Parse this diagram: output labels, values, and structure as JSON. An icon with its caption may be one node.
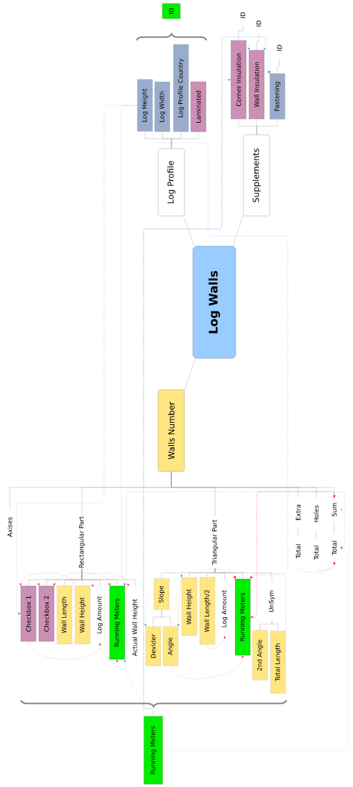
{
  "diagram": {
    "nodes": [
      {
        "text": [
          "Log Walls"
        ]
      },
      {
        "text": [
          "Log Profile"
        ]
      },
      {
        "text": [
          "Supplements"
        ]
      },
      {
        "text": [
          "Walls Number"
        ]
      },
      {
        "text": [
          "Log Height"
        ]
      },
      {
        "text": [
          "Log Width"
        ]
      },
      {
        "text": [
          "Log Profile Country"
        ]
      },
      {
        "text": [
          "Laminated"
        ]
      },
      {
        "text": [
          "ID"
        ]
      },
      {
        "text": [
          "Corner Insulation"
        ]
      },
      {
        "text": [
          "Wall Insulation"
        ]
      },
      {
        "text": [
          "Fastening"
        ]
      },
      {
        "text": [
          "ID"
        ]
      },
      {
        "text": [
          "ID"
        ]
      },
      {
        "text": [
          "ID"
        ]
      },
      {
        "text": [
          "Axises"
        ]
      },
      {
        "text": [
          "Rectangular Part"
        ]
      },
      {
        "text": [
          "Triangular Part"
        ]
      },
      {
        "text": [
          "Extra"
        ]
      },
      {
        "text": [
          "Holes"
        ]
      },
      {
        "text": [
          "Sum"
        ]
      },
      {
        "text": [
          "Checkbox 1"
        ]
      },
      {
        "text": [
          "Checkbox 2"
        ]
      },
      {
        "text": [
          "Wall Length"
        ]
      },
      {
        "text": [
          "Wall Height"
        ]
      },
      {
        "text": [
          "Log Amount"
        ]
      },
      {
        "text": [
          "Running Meters"
        ]
      },
      {
        "text": [
          "Actual Wall Height"
        ]
      },
      {
        "text": [
          "Slope"
        ]
      },
      {
        "text": [
          "Devider"
        ]
      },
      {
        "text": [
          "Angle"
        ]
      },
      {
        "text": [
          "Wall Height"
        ]
      },
      {
        "text": [
          "Wall Length/2"
        ]
      },
      {
        "text": [
          "Log Amount"
        ]
      },
      {
        "text": [
          "Running Meters"
        ]
      },
      {
        "text": [
          "UnSym"
        ]
      },
      {
        "text": [
          "2nd Angle"
        ]
      },
      {
        "text": [
          "Total Length"
        ]
      },
      {
        "text": [
          "Total"
        ]
      },
      {
        "text": [
          "Total"
        ]
      },
      {
        "text": [
          "Total"
        ]
      },
      {
        "text": [
          "Running Meters"
        ]
      }
    ],
    "edges": [
      {
        "from": 0,
        "to": 1,
        "arrow": "none"
      },
      {
        "from": 0,
        "to": 2,
        "arrow": "none"
      },
      {
        "from": 0,
        "to": 3,
        "arrow": "none"
      },
      {
        "from": 1,
        "to": 4,
        "arrow": "none"
      },
      {
        "from": 1,
        "to": 5,
        "arrow": "none"
      },
      {
        "from": 1,
        "to": 6,
        "arrow": "none"
      },
      {
        "from": 1,
        "to": 7,
        "arrow": "none"
      },
      {
        "from": 2,
        "to": 9,
        "arrow": "none"
      },
      {
        "from": 2,
        "to": 10,
        "arrow": "none"
      },
      {
        "from": 2,
        "to": 11,
        "arrow": "none"
      },
      {
        "from": 9,
        "to": 12,
        "arrow": "none"
      },
      {
        "from": 10,
        "to": 13,
        "arrow": "none"
      },
      {
        "from": 11,
        "to": 14,
        "arrow": "none"
      },
      {
        "from": 3,
        "to": 15,
        "arrow": "none"
      },
      {
        "from": 3,
        "to": 16,
        "arrow": "none"
      },
      {
        "from": 3,
        "to": 17,
        "arrow": "none"
      },
      {
        "from": 3,
        "to": 18,
        "arrow": "none"
      },
      {
        "from": 3,
        "to": 19,
        "arrow": "none"
      },
      {
        "from": 3,
        "to": 20,
        "arrow": "none"
      },
      {
        "from": 16,
        "to": 21,
        "arrow": "none"
      },
      {
        "from": 16,
        "to": 22,
        "arrow": "none"
      },
      {
        "from": 16,
        "to": 23,
        "arrow": "none"
      },
      {
        "from": 16,
        "to": 24,
        "arrow": "none"
      },
      {
        "from": 16,
        "to": 25,
        "arrow": "none"
      },
      {
        "from": 16,
        "to": 26,
        "arrow": "none"
      },
      {
        "from": 16,
        "to": 27,
        "arrow": "none"
      },
      {
        "from": 17,
        "to": 28,
        "arrow": "none"
      },
      {
        "from": 17,
        "to": 31,
        "arrow": "none"
      },
      {
        "from": 17,
        "to": 32,
        "arrow": "none"
      },
      {
        "from": 17,
        "to": 33,
        "arrow": "none"
      },
      {
        "from": 17,
        "to": 34,
        "arrow": "none"
      },
      {
        "from": 17,
        "to": 35,
        "arrow": "none"
      },
      {
        "from": 28,
        "to": 29,
        "arrow": "none"
      },
      {
        "from": 28,
        "to": 30,
        "arrow": "none"
      },
      {
        "from": 35,
        "to": 36,
        "arrow": "none"
      },
      {
        "from": 35,
        "to": 37,
        "arrow": "none"
      },
      {
        "from": 18,
        "to": 38,
        "arrow": "none"
      },
      {
        "from": 19,
        "to": 39,
        "arrow": "none"
      },
      {
        "from": 20,
        "to": 40,
        "arrow": "none"
      },
      {
        "from": 21,
        "to": 22,
        "arrow": "to",
        "style": "dashed",
        "color": "#ff0000"
      },
      {
        "from": 23,
        "to": 22,
        "arrow": "to",
        "style": "dashed",
        "color": "#ff0000"
      },
      {
        "from": 24,
        "to": 21,
        "arrow": "to",
        "style": "dashed",
        "color": "#ff0000"
      },
      {
        "from": 24,
        "to": 25,
        "arrow": "to",
        "style": "dashed",
        "color": "#ff0000"
      },
      {
        "from": 22,
        "to": 26,
        "arrow": "to",
        "style": "dashed",
        "color": "#ff0000"
      },
      {
        "from": 23,
        "to": 27,
        "arrow": "to",
        "style": "dashed",
        "color": "#ff0000"
      },
      {
        "from": 21,
        "to": 25,
        "arrow": "to",
        "style": "dashed",
        "color": "#ff0000"
      },
      {
        "from": 25,
        "to": 26,
        "arrow": "to",
        "style": "dashed",
        "color": "#ff0000"
      },
      {
        "from": 32,
        "to": 33,
        "arrow": "to",
        "style": "dashed",
        "color": "#ff0000"
      },
      {
        "from": 31,
        "to": 34,
        "arrow": "to",
        "style": "dashed",
        "color": "#ff0000"
      },
      {
        "from": 32,
        "to": 34,
        "arrow": "to",
        "style": "dashed",
        "color": "#ff0000"
      },
      {
        "from": 33,
        "to": 34,
        "arrow": "to",
        "style": "dashed",
        "color": "#ff0000"
      },
      {
        "from": 36,
        "to": 34,
        "arrow": "to",
        "style": "dashed",
        "color": "#ff0000"
      },
      {
        "from": 37,
        "to": 34,
        "arrow": "to",
        "style": "dashed",
        "color": "#ff0000"
      },
      {
        "from": 30,
        "to": 34,
        "arrow": "to",
        "style": "dashed",
        "color": "#ff0000"
      },
      {
        "from": 26,
        "to": 20,
        "arrow": "to",
        "style": "dashed",
        "color": "#ff0000"
      },
      {
        "from": 34,
        "to": 20,
        "arrow": "to",
        "style": "dashed",
        "color": "#ff0000"
      },
      {
        "from": 34,
        "to": 40,
        "arrow": "to",
        "style": "dashed",
        "color": "#ff0000"
      },
      {
        "from": 38,
        "to": 40,
        "arrow": "to",
        "style": "dashed",
        "color": "#ff0000"
      },
      {
        "from": 39,
        "to": 40,
        "arrow": "to",
        "style": "dashed",
        "color": "#ff0000"
      },
      {
        "from": 28,
        "to": 29,
        "arrow": "to",
        "style": "dashed",
        "color": "#339933"
      },
      {
        "from": 28,
        "to": 30,
        "arrow": "to",
        "style": "dashed",
        "color": "#339933"
      },
      {
        "from": 30,
        "to": 31,
        "arrow": "to",
        "style": "dashed",
        "color": "#339933"
      },
      {
        "from": 41,
        "to": 20,
        "arrow": "to",
        "style": "dashed",
        "color": "#66cc66"
      },
      {
        "from": 41,
        "to": 26,
        "arrow": "to",
        "style": "dashed",
        "color": "#3388dd"
      },
      {
        "from": 41,
        "to": 9,
        "arrow": "to",
        "style": "dashed",
        "color": "#3388dd"
      },
      {
        "from": 41,
        "to": 10,
        "arrow": "to",
        "style": "dashed",
        "color": "#3388dd"
      },
      {
        "from": 41,
        "to": 11,
        "arrow": "to",
        "style": "dashed",
        "color": "#3388dd"
      },
      {
        "from": 9,
        "to": 10,
        "arrow": "to",
        "style": "dashed",
        "color": "#3388dd"
      },
      {
        "from": 10,
        "to": 11,
        "arrow": "to",
        "style": "dashed",
        "color": "#3388dd"
      },
      {
        "from": 4,
        "to": 21,
        "arrow": "to",
        "style": "dashed",
        "color": "#8833cc"
      },
      {
        "from": 4,
        "to": 26,
        "arrow": "to",
        "style": "dashed",
        "color": "#8833cc"
      },
      {
        "from": 4,
        "to": 34,
        "arrow": "to",
        "style": "dashed",
        "color": "#8833cc"
      }
    ]
  }
}
